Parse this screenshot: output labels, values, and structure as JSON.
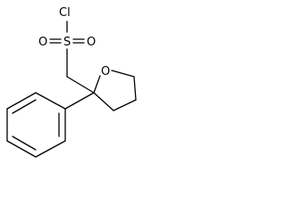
{
  "molecule": {
    "atoms": {
      "cl": "Cl",
      "s": "S",
      "o_left": "O",
      "o_right": "O",
      "o_ring": "O"
    }
  }
}
